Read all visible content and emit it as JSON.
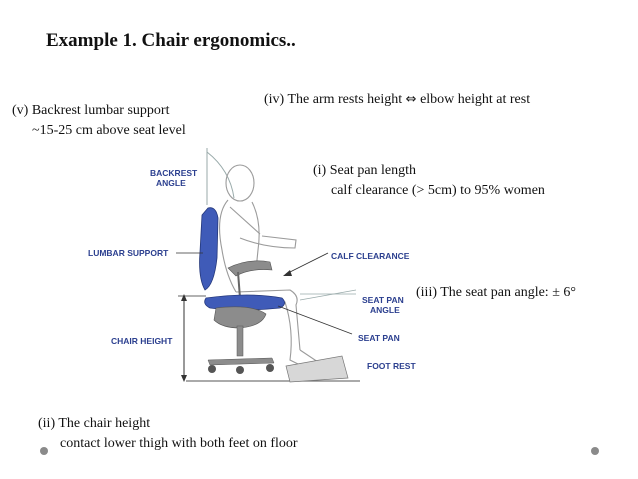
{
  "title": "Example 1. Chair ergonomics..",
  "notes": {
    "backrest": {
      "line1": "(v) Backrest lumbar support",
      "line2": "~15-25 cm above seat level"
    },
    "armrest": {
      "before": "(iv) The arm rests height",
      "symbol": "⇔",
      "after": "elbow height at rest"
    },
    "seatpan": {
      "line1": "(i) Seat pan length",
      "line2": "calf clearance (> 5cm) to 95% women"
    },
    "angle": {
      "text": "(iii) The seat pan angle: ± 6°"
    },
    "height": {
      "line1": "(ii) The chair height",
      "line2": "contact lower thigh with both feet on floor"
    }
  },
  "diagram_labels": {
    "backrest_angle_1": "BACKREST",
    "backrest_angle_2": "ANGLE",
    "lumbar_support": "LUMBAR SUPPORT",
    "calf_clearance": "CALF CLEARANCE",
    "seat_pan_angle_1": "SEAT PAN",
    "seat_pan_angle_2": "ANGLE",
    "chair_height": "CHAIR HEIGHT",
    "seat_pan": "SEAT PAN",
    "foot_rest": "FOOT REST"
  },
  "colors": {
    "seat_blue": "#3f5bb8",
    "label_blue": "#2b3f8f",
    "base_grey": "#8c8c8c"
  }
}
